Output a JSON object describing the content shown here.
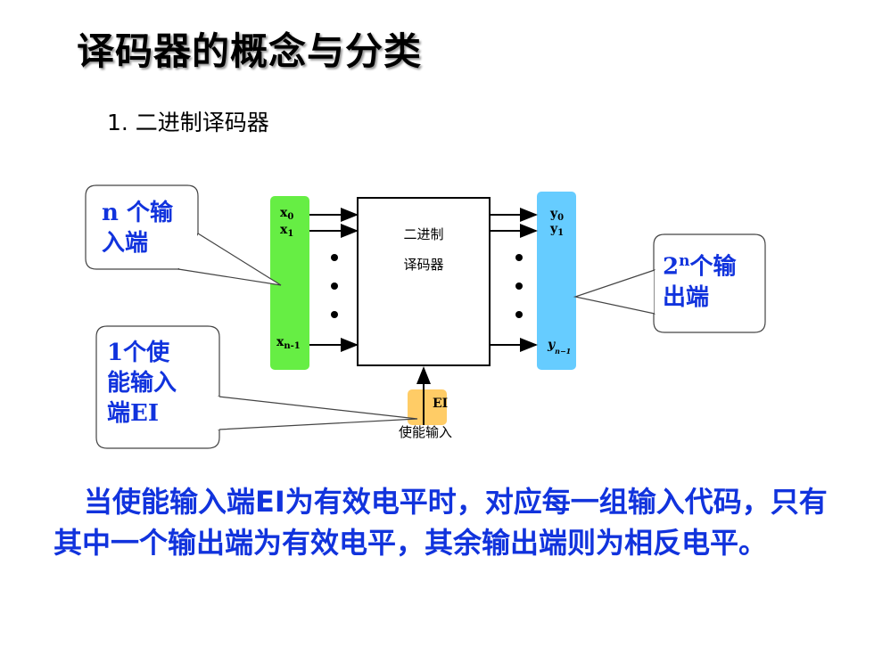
{
  "title": "译码器的概念与分类",
  "subtitle": "1. 二进制译码器",
  "decoder": {
    "label_line1": "二进制",
    "label_line2": "译码器",
    "enable_pin": "EI",
    "enable_label": "使能输入"
  },
  "inputs": {
    "x0": "x",
    "x0_sub": "0",
    "x1": "x",
    "x1_sub": "1",
    "xn": "x",
    "xn_sub": "n-1",
    "color": "#66ee44"
  },
  "outputs": {
    "y0": "y",
    "y0_sub": "0",
    "y1": "y",
    "y1_sub": "1",
    "yn": "y",
    "yn_sub": "n−1",
    "color": "#66ccff"
  },
  "callouts": {
    "inputs_line1": "n 个输",
    "inputs_line2": "入端",
    "outputs_base": "2",
    "outputs_sup": "n",
    "outputs_line1_rest": "个输",
    "outputs_line2": "出端",
    "enable_line1": "1个使",
    "enable_line2": "能输入",
    "enable_line3": "端EI"
  },
  "enable_color": "#ffcc66",
  "callout_text_color": "#1133dd",
  "bottom_text": "当使能输入端EI为有效电平时，对应每一组输入代码，只有其中一个输出端为有效电平，其余输出端则为相反电平。"
}
